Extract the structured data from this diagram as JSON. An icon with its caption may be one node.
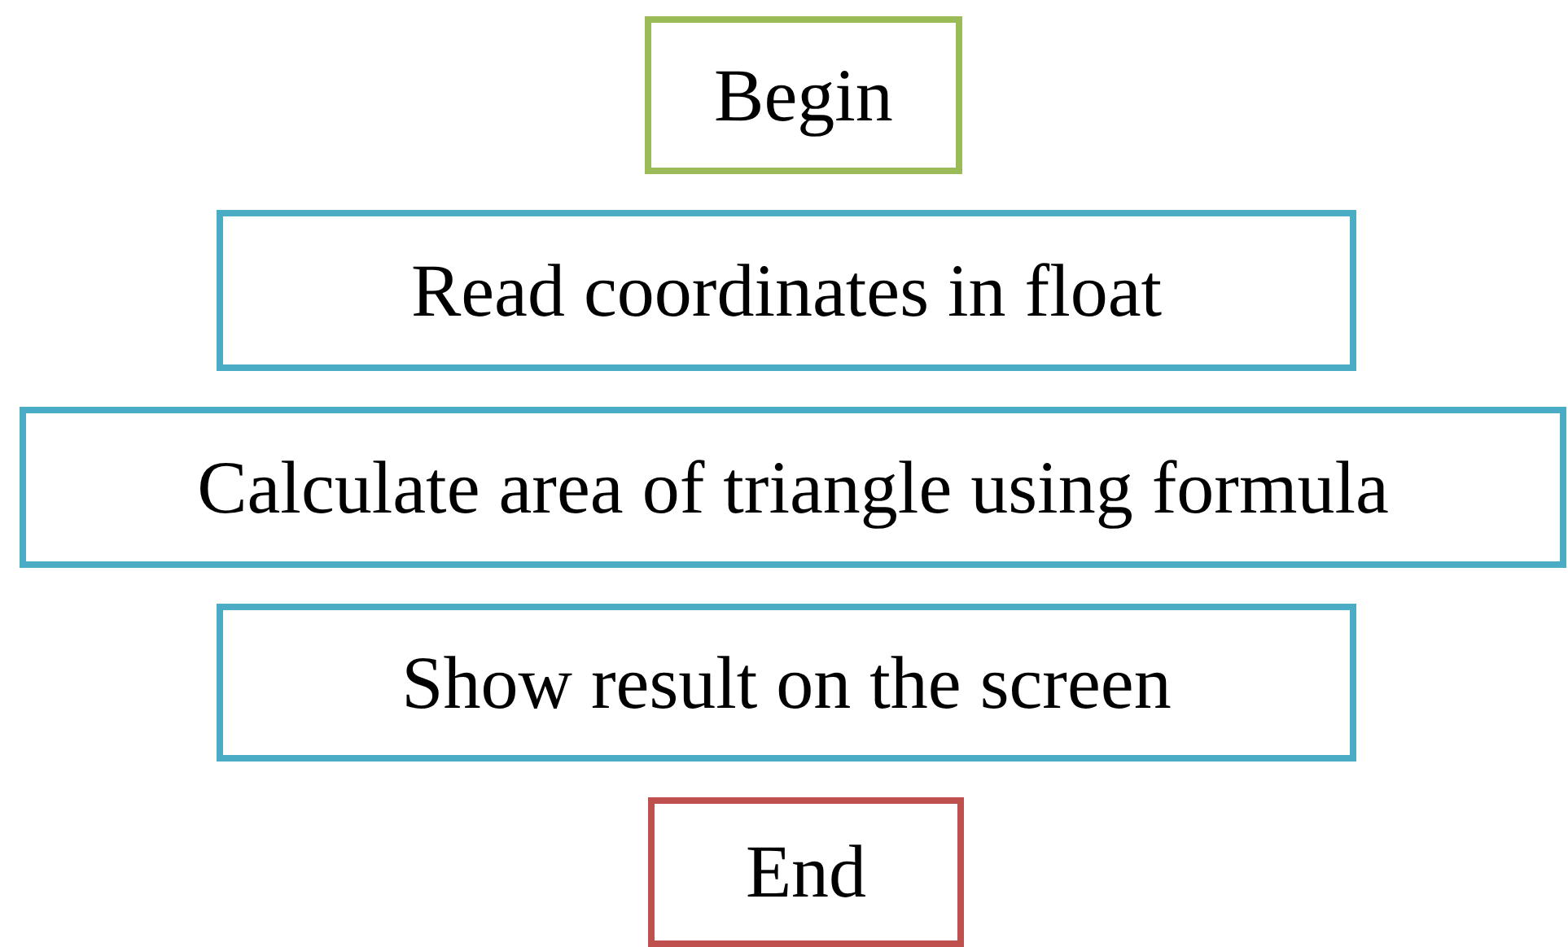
{
  "diagram": {
    "nodes": [
      {
        "text": [
          "Begin"
        ]
      },
      {
        "text": [
          "Read coordinates in float"
        ]
      },
      {
        "text": [
          "Calculate area of triangle using formula"
        ]
      },
      {
        "text": [
          "Show result on the screen"
        ]
      },
      {
        "text": [
          "End"
        ]
      }
    ]
  }
}
